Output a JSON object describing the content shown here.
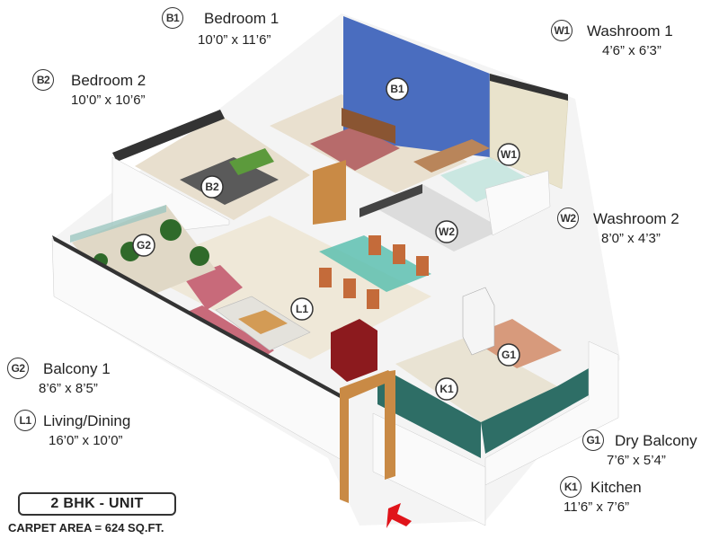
{
  "rooms": [
    {
      "id": "B1",
      "code": "B1",
      "name": "Bedroom 1",
      "dims": "10’0” x 11’6”"
    },
    {
      "id": "B2",
      "code": "B2",
      "name": "Bedroom 2",
      "dims": "10’0” x 10’6”"
    },
    {
      "id": "W1",
      "code": "W1",
      "name": "Washroom 1",
      "dims": "4’6” x 6’3”"
    },
    {
      "id": "W2",
      "code": "W2",
      "name": "Washroom 2",
      "dims": "8’0” x 4’3”"
    },
    {
      "id": "G2",
      "code": "G2",
      "name": "Balcony 1",
      "dims": "8’6” x 8’5”"
    },
    {
      "id": "L1",
      "code": "L1",
      "name": "Living/Dining",
      "dims": "16’0” x 10’0”"
    },
    {
      "id": "G1",
      "code": "G1",
      "name": "Dry Balcony",
      "dims": "7’6” x 5’4”"
    },
    {
      "id": "K1",
      "code": "K1",
      "name": "Kitchen",
      "dims": "11’6” x 7’6”"
    }
  ],
  "unit": {
    "type_label": "2 BHK - UNIT",
    "carpet_area": "CARPET AREA = 624 SQ.FT."
  },
  "colors": {
    "bedroom1_accent_wall": "#4a6dbf",
    "washroom_tile": "#e9e3cc",
    "kitchen_counter": "#2e6e66",
    "sofa": "#c86a7a",
    "wood": "#c98a45",
    "entrance_arrow": "#e0141a"
  },
  "icons": {
    "entrance_arrow": "entrance-arrow-icon"
  }
}
